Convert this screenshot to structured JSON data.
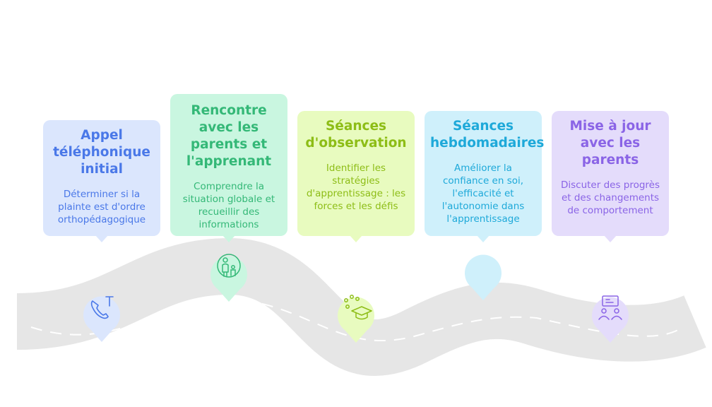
{
  "steps": [
    {
      "title": "Appel téléphonique initial",
      "text": "Déterminer si la plainte est d'ordre orthopédagogique",
      "icon": "phone-icon",
      "color": "#4a78e8",
      "bg": "#dbe6fd"
    },
    {
      "title": "Rencontre avec les parents et l'apprenant",
      "text": "Comprendre la situation globale et recueillir des informations",
      "icon": "parent-child-icon",
      "color": "#34b877",
      "bg": "#c9f6e0"
    },
    {
      "title": "Séances d'observation",
      "text": "Identifier les stratégies d'apprentissage : les forces et les défis",
      "icon": "graduation-cap-icon",
      "color": "#8dbd16",
      "bg": "#e8fbbf"
    },
    {
      "title": "Séances hebdomadaires",
      "text": "Améliorer la confiance en soi, l'efficacité et l'autonomie dans l'apprentissage",
      "icon": "empty-marker",
      "color": "#1ea9d9",
      "bg": "#cff0fb"
    },
    {
      "title": "Mise à jour avec les parents",
      "text": "Discuter des progrès et des changements de comportement",
      "icon": "people-discussion-icon",
      "color": "#8a64e6",
      "bg": "#e4dcfb"
    }
  ]
}
